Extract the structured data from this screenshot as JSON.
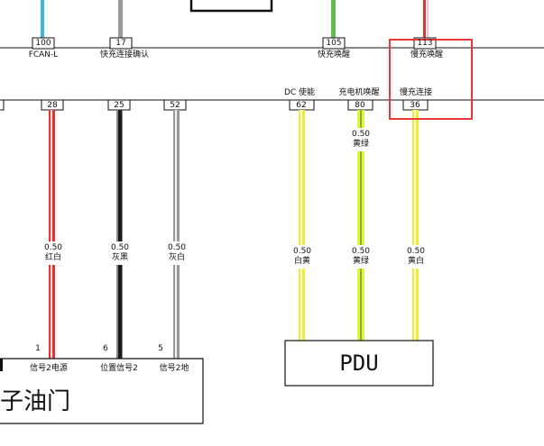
{
  "top_connector": {
    "pins": [
      {
        "number": "100",
        "label": "FCAN-L"
      },
      {
        "number": "17",
        "label": "快充连接确认"
      },
      {
        "number": "105",
        "label": "快充唤醒"
      },
      {
        "number": "113",
        "label": "慢充唤醒"
      }
    ]
  },
  "mid_connector": {
    "pins": [
      {
        "number": "28",
        "label": ""
      },
      {
        "number": "25",
        "label": ""
      },
      {
        "number": "52",
        "label": ""
      },
      {
        "number": "62",
        "label": "DC 使能"
      },
      {
        "number": "80",
        "label": "充电机唤醒"
      },
      {
        "number": "36",
        "label": "慢充连接"
      }
    ]
  },
  "wires": [
    {
      "size": "0.50",
      "color_name": "红白"
    },
    {
      "size": "0.50",
      "color_name": "灰黑"
    },
    {
      "size": "0.50",
      "color_name": "灰白"
    },
    {
      "size": "0.50",
      "color_name": "白黄"
    },
    {
      "size": "0.50",
      "color_name": "黄绿",
      "upper_size": "0.50",
      "upper_color_name": "黄绿"
    },
    {
      "size": "0.50",
      "color_name": "黄白"
    }
  ],
  "bottom_left_box": {
    "pins": [
      {
        "number": "1",
        "label": "信号2电源"
      },
      {
        "number": "6",
        "label": "位置信号2"
      },
      {
        "number": "5",
        "label": "信号2地"
      }
    ],
    "title": "子油门"
  },
  "pdu": {
    "label": "PDU"
  },
  "colors": {
    "red": "#e53333",
    "black": "#222222",
    "gray": "#9a9a9a",
    "yellow": "#f0ec3a",
    "green": "#5cc04a",
    "cyan": "#38b4e8",
    "highlight": "#e8383a"
  }
}
